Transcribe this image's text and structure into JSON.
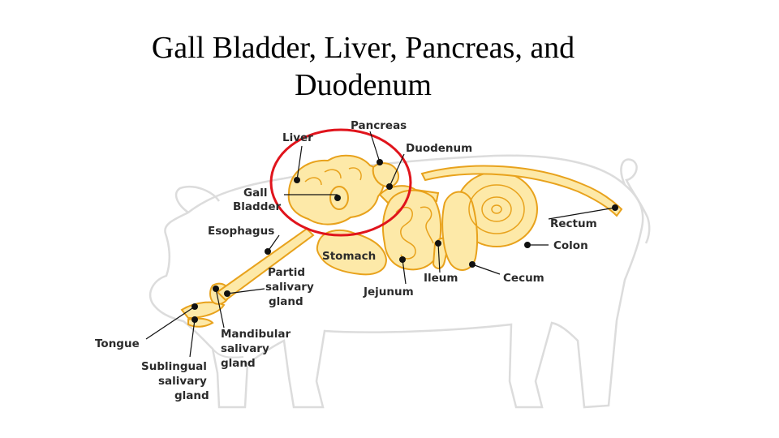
{
  "slide": {
    "title_line1": "Gall Bladder, Liver, Pancreas, and",
    "title_line2": "Duodenum"
  },
  "diagram": {
    "subject": "pig digestive system",
    "colors": {
      "organ_fill": "#fde9a8",
      "organ_stroke": "#e8a21c",
      "outline": "#dcdcdc",
      "highlight_circle": "#e0141c",
      "pointer": "#111111"
    },
    "labels": {
      "liver": "Liver",
      "pancreas": "Pancreas",
      "duodenum": "Duodenum",
      "gall_bladder_1": "Gall",
      "gall_bladder_2": "Bladder",
      "esophagus": "Esophagus",
      "rectum": "Rectum",
      "colon": "Colon",
      "stomach": "Stomach",
      "partid_1": "Partid",
      "partid_2": "salivary",
      "partid_3": "gland",
      "ileum": "Ileum",
      "cecum": "Cecum",
      "jejunum": "Jejunum",
      "tongue": "Tongue",
      "mandibular_1": "Mandibular",
      "mandibular_2": "salivary",
      "mandibular_3": "gland",
      "sublingual_1": "Sublingual",
      "sublingual_2": "salivary",
      "sublingual_3": "gland"
    }
  }
}
